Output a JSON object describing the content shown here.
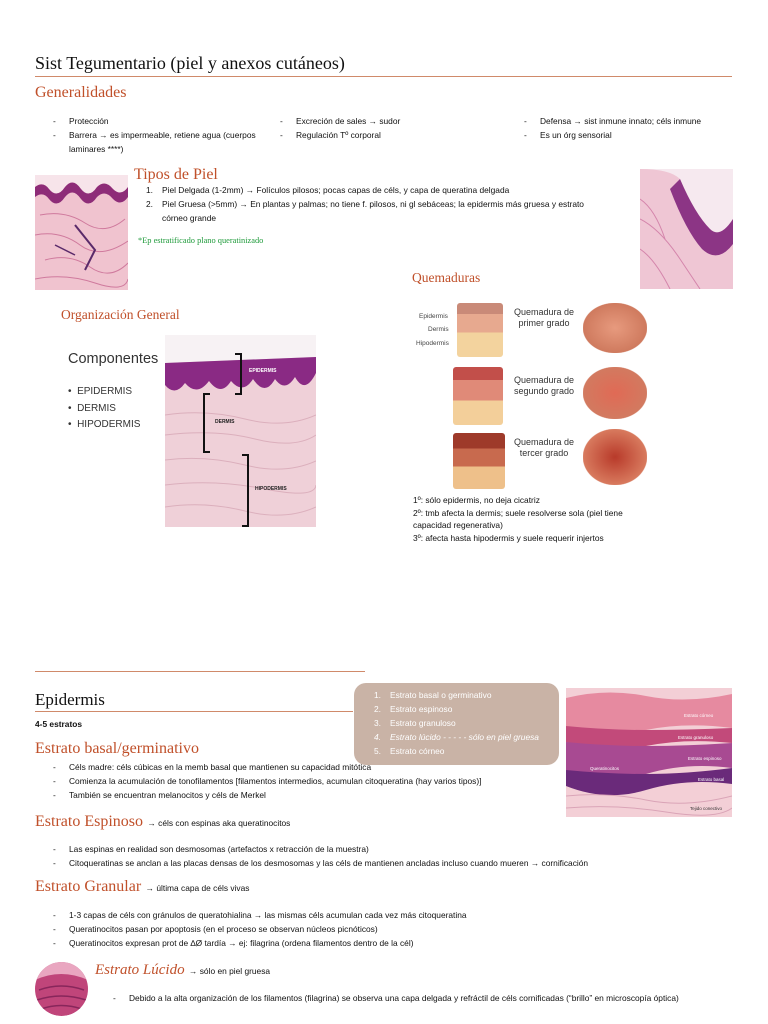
{
  "title": "Sist Tegumentario (piel y anexos cutáneos)",
  "generalidades": {
    "heading": "Generalidades",
    "col1": [
      "Protección",
      "Barrera → es impermeable, retiene agua (cuerpos laminares ****)"
    ],
    "col2": [
      "Excreción de sales → sudor",
      "Regulación Tº corporal"
    ],
    "col3": [
      "Defensa → sist inmune innato; céls inmune",
      "Es un órg sensorial"
    ]
  },
  "tipos": {
    "heading": "Tipos de Piel",
    "items": [
      {
        "n": "1.",
        "text": "Piel Delgada (1-2mm) → Folículos pilosos; pocas capas de céls, y capa de queratina delgada"
      },
      {
        "n": "2.",
        "text": "Piel Gruesa (>5mm) → En plantas y palmas; no tiene f. pilosos, ni gl sebáceas; la epidermis más gruesa y estrato córneo grande"
      }
    ],
    "note": "*Ep estratificado plano queratinizado"
  },
  "quemaduras": {
    "heading": "Quemaduras",
    "layer_labels": [
      "Epidermis",
      "Dermis",
      "Hipodermis"
    ],
    "degrees": [
      "Quemadura de primer grado",
      "Quemadura de segundo grado",
      "Quemadura de tercer grado"
    ],
    "notes": [
      "1º: sólo epidermis, no deja cicatriz",
      "2º: tmb afecta la dermis; suele resolverse sola (piel tiene capacidad regenerativa)",
      "3º: afecta hasta hipodermis y suele requerir injertos"
    ]
  },
  "organizacion": {
    "heading": "Organización General",
    "components_title": "Componentes",
    "components": [
      "EPIDERMIS",
      "DERMIS",
      "HIPODERMIS"
    ],
    "histo_labels": [
      "EPIDERMIS",
      "DERMIS",
      "HIPODERMIS"
    ]
  },
  "epidermis": {
    "heading": "Epidermis",
    "sub": "4-5 estratos",
    "callout": [
      {
        "n": "1.",
        "text": "Estrato basal o germinativo",
        "italic": false
      },
      {
        "n": "2.",
        "text": "Estrato espinoso",
        "italic": false
      },
      {
        "n": "3.",
        "text": "Estrato granuloso",
        "italic": false
      },
      {
        "n": "4.",
        "text": "Estrato lúcido - - - - - sólo en piel gruesa",
        "italic": true
      },
      {
        "n": "5.",
        "text": "Estrato córneo",
        "italic": false
      }
    ],
    "histo_labels": [
      "Estrato córneo",
      "Estrato granuloso",
      "Queratinocitos",
      "Estrato espinoso",
      "Estrato basal",
      "Tejido conectivo"
    ]
  },
  "basal": {
    "heading": "Estrato basal/germinativo",
    "items": [
      "Céls madre: céls cúbicas en la memb basal que mantienen su capacidad mitótica",
      "Comienza la acumulación de tonofilamentos [filamentos intermedios, acumulan citoqueratina (hay varios tipos)]",
      "También se encuentran melanocitos y céls de Merkel"
    ]
  },
  "espinoso": {
    "heading": "Estrato Espinoso",
    "tail": "→ céls con espinas aka queratinocitos",
    "items": [
      "Las espinas en realidad son desmosomas (artefactos x retracción de la muestra)",
      "Citoqueratinas se anclan a las placas densas de los desmosomas y las céls de mantienen ancladas incluso cuando mueren → cornificación"
    ]
  },
  "granular": {
    "heading": "Estrato Granular",
    "tail": "→ última capa de céls vivas",
    "items": [
      "1-3 capas de céls con gránulos de queratohialina → las mismas céls acumulan cada vez más citoqueratina",
      "Queratinocitos pasan por apoptosis (en el proceso se observan núcleos picnóticos)",
      "Queratinocitos expresan prot de ∆Ø tardía → ej: filagrina (ordena filamentos dentro de la cél)"
    ]
  },
  "lucido": {
    "heading": "Estrato Lúcido",
    "tail": "→ sólo en piel gruesa",
    "items": [
      "Debido a la alta organización de los filamentos (filagrina) se observa una capa delgada y refráctil de céls cornificadas (“brillo” en microscopía óptica)"
    ]
  }
}
